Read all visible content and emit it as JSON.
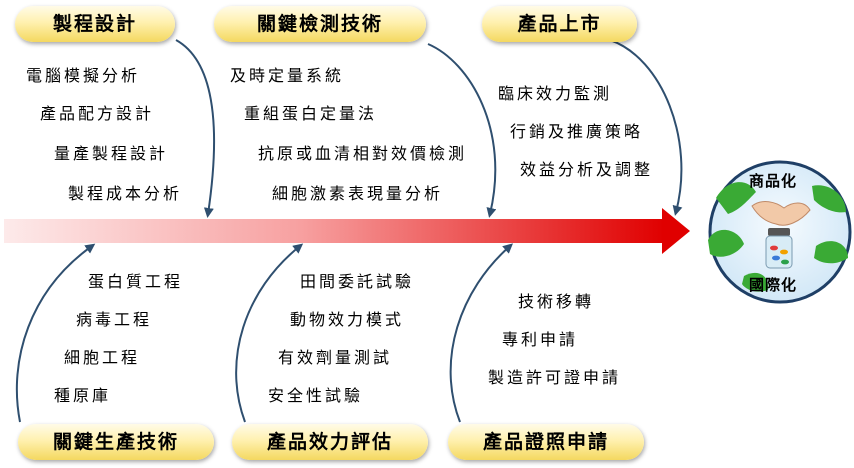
{
  "top_stages": [
    {
      "label": "製程設計",
      "items": [
        "電腦模擬分析",
        "產品配方設計",
        "量產製程設計",
        "製程成本分析"
      ]
    },
    {
      "label": "關鍵檢測技術",
      "items": [
        "及時定量系統",
        "重組蛋白定量法",
        "抗原或血清相對效價檢測",
        "細胞激素表現量分析"
      ]
    },
    {
      "label": "產品上市",
      "items": [
        "臨床效力監測",
        "行銷及推廣策略",
        "效益分析及調整"
      ]
    }
  ],
  "bottom_stages": [
    {
      "label": "關鍵生產技術",
      "items": [
        "蛋白質工程",
        "病毒工程",
        "細胞工程",
        "種原庫"
      ]
    },
    {
      "label": "產品效力評估",
      "items": [
        "田間委託試驗",
        "動物效力模式",
        "有效劑量測試",
        "安全性試驗"
      ]
    },
    {
      "label": "產品證照申請",
      "items": [
        "技術移轉",
        "專利申請",
        "製造許可證申請"
      ]
    }
  ],
  "hub": {
    "top_label": "商品化",
    "bottom_label": "國際化"
  },
  "colors": {
    "arrow_start": "#fce4e4",
    "arrow_end": "#e00000",
    "tag_fill": "#fff1b0",
    "hub_green": "#3aaa35",
    "hub_bg": "#e6f2fa",
    "connector": "#2f4f6f"
  }
}
